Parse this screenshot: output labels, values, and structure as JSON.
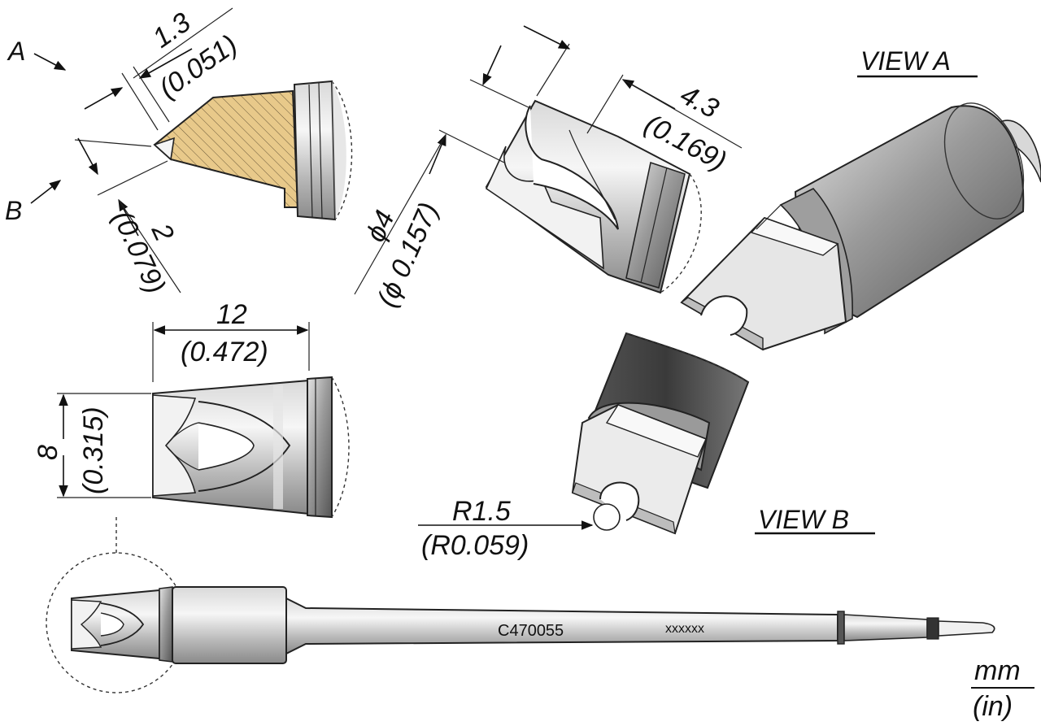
{
  "arrows": {
    "a": "A",
    "b": "B"
  },
  "dims": {
    "d1_3_mm": "1.3",
    "d1_3_in": "(0.051)",
    "d2_mm": "2",
    "d2_in": "(0.079)",
    "d4_3_mm": "4.3",
    "d4_3_in": "(0.169)",
    "dia4_mm": "ϕ4",
    "dia4_in": "(ϕ 0.157)",
    "d12_mm": "12",
    "d12_in": "(0.472)",
    "d8_mm": "8",
    "d8_in": "(0.315)",
    "r_mm": "R1.5",
    "r_in": "(R0.059)"
  },
  "views": {
    "a": "VIEW A",
    "b": "VIEW B"
  },
  "part": {
    "number": "C470055",
    "serial": "xxxxxx"
  },
  "units": {
    "top": "mm",
    "bottom": "(in)"
  },
  "colors": {
    "hatch": "#e8c98a",
    "metal_light": "#f2f2f2",
    "metal_mid": "#bdbdbd",
    "metal_dark": "#6e6e6e"
  }
}
